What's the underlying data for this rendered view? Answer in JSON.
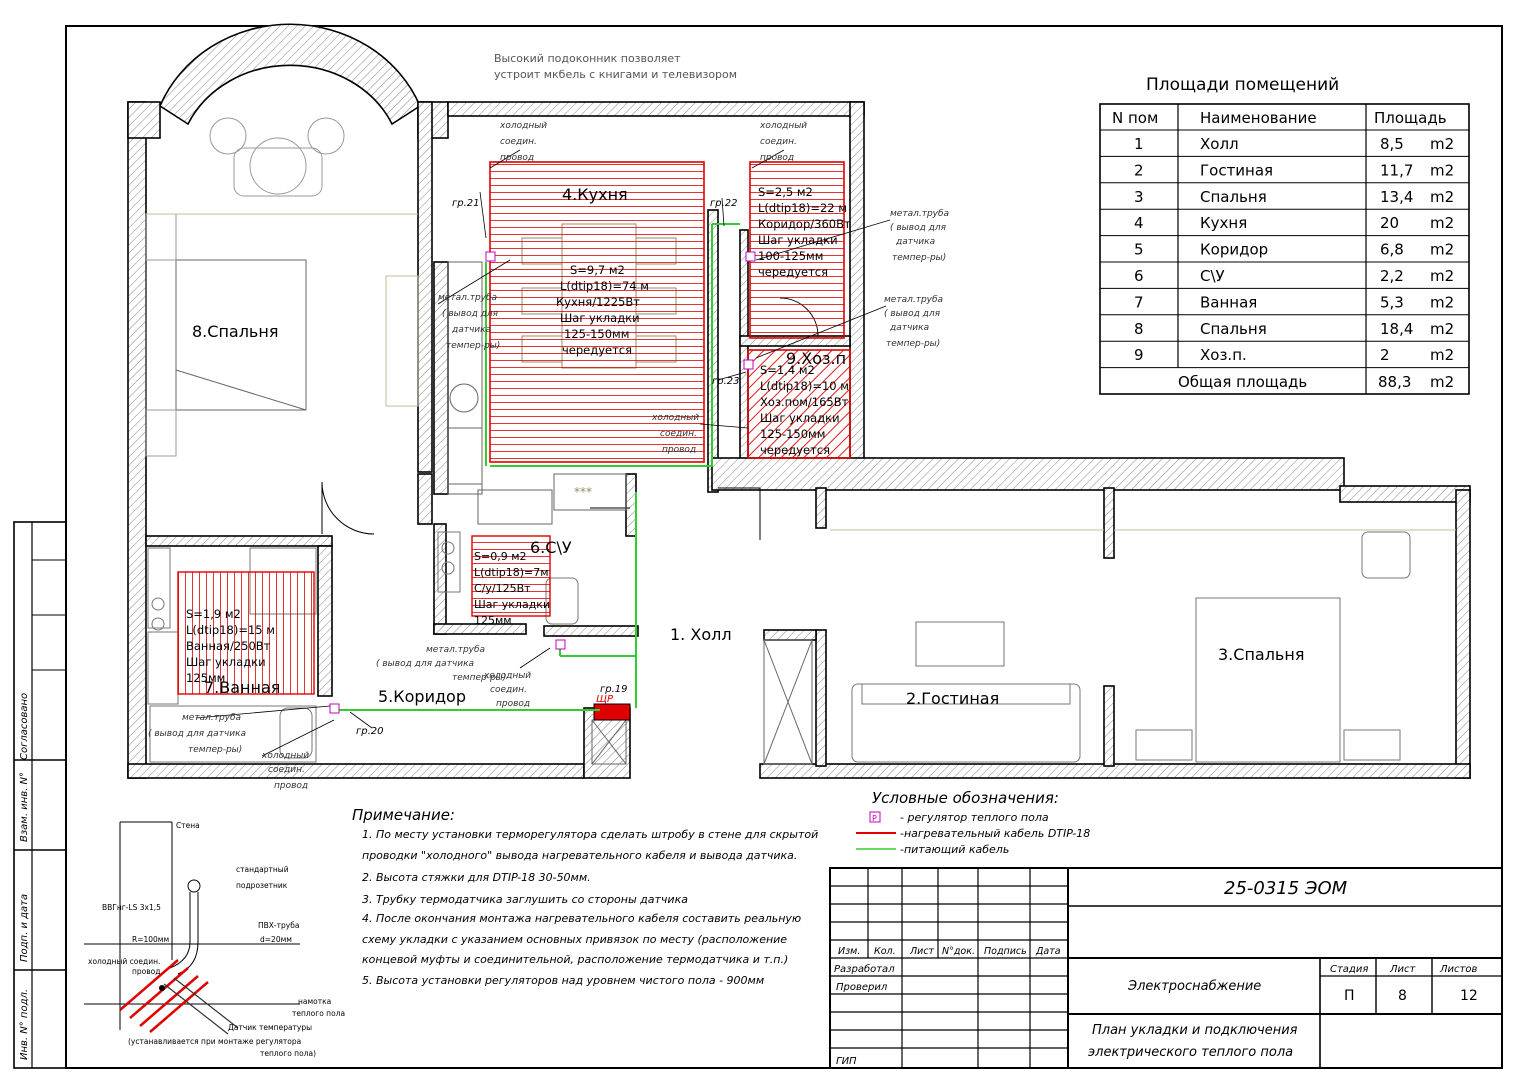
{
  "header_note": [
    "Высокий подоконник позволяет",
    "устроит мкбель с книгами и телевизором"
  ],
  "area_table": {
    "title": "Площади помещений",
    "headers": [
      "N пом",
      "Наименование",
      "Площадь"
    ],
    "rows": [
      {
        "num": "1",
        "name": "Холл",
        "area": "8,5",
        "unit": "m2"
      },
      {
        "num": "2",
        "name": "Гостиная",
        "area": "11,7",
        "unit": "m2"
      },
      {
        "num": "3",
        "name": "Спальня",
        "area": "13,4",
        "unit": "m2"
      },
      {
        "num": "4",
        "name": "Кухня",
        "area": "20",
        "unit": "m2"
      },
      {
        "num": "5",
        "name": "Коридор",
        "area": "6,8",
        "unit": "m2"
      },
      {
        "num": "6",
        "name": "С\\У",
        "area": "2,2",
        "unit": "m2"
      },
      {
        "num": "7",
        "name": "Ванная",
        "area": "5,3",
        "unit": "m2"
      },
      {
        "num": "8",
        "name": "Спальня",
        "area": "18,4",
        "unit": "m2"
      },
      {
        "num": "9",
        "name": "Хоз.п.",
        "area": "2",
        "unit": "m2"
      }
    ],
    "total_label": "Общая площадь",
    "total_area": "88,3",
    "total_unit": "m2"
  },
  "rooms": {
    "kitchen": "4.Кухня",
    "bedroom8": "8.Спальня",
    "bathroom": "7.Ванная",
    "corridor": "5.Коридор",
    "wc": "6.С\\У",
    "hall": "1. Холл",
    "living": "2.Гостиная",
    "bedroom3": "3.Спальня",
    "storage": "9.Хоз.п"
  },
  "heat_zones": {
    "kitchen": [
      "S=9,7 м2",
      "L(dtip18)=74 м",
      "Кухня/1225Вт",
      "Шаг укладки",
      "125-150мм",
      "чередуется"
    ],
    "corridor": [
      "S=2,5 м2",
      "L(dtip18)=22 м",
      "Коридор/360Вт",
      "Шаг укладки",
      "100-125мм",
      "чередуется"
    ],
    "storage": [
      "S=1,4 м2",
      "L(dtip18)=10 м",
      "Хоз.пом/165Вт",
      "Шаг укладки",
      "125-150мм",
      "чередуется"
    ],
    "wc": [
      "S=0,9 м2",
      "L(dtip18)=7м",
      "С/у/125Вт",
      "Шаг укладки",
      "125мм"
    ],
    "bath": [
      "S=1,9 м2",
      "L(dtip18)=15 м",
      "Ванная/250Вт",
      "Шаг укладки",
      "125мм"
    ]
  },
  "groups": {
    "g21": "гр.21",
    "g22": "гр.22",
    "g23": "гр.23",
    "g19": "гр.19",
    "g20": "гр.20",
    "shr": "ЩР"
  },
  "callouts": {
    "cold_lead": [
      "холодный",
      "соедин.",
      "провод"
    ],
    "metal_pipe": [
      "метал.труба",
      "( вывод для",
      "датчика",
      "темпер-ры)"
    ],
    "metal_pipe_line": [
      "метал.труба",
      "( вывод для датчика",
      "темпер-ры)"
    ],
    "stars": "***"
  },
  "notes": {
    "title": "Примечание:",
    "items": [
      "1. По месту установки терморегулятора сделать штробу в стене для скрытой",
      "проводки \"холодного\" вывода нагревательного кабеля и вывода датчика.",
      "2. Высота стяжки для DTIP-18 30-50мм.",
      "3. Трубку термодатчика заглушить со стороны датчика",
      "4. После окончания монтажа нагревательного кабеля составить реальную",
      "схему укладки с указанием основных привязок по месту (расположение",
      "концевой муфты и соединительной, расположение термодатчика и т.п.)",
      "5. Высота установки регуляторов над уровнем чистого пола - 900мм"
    ]
  },
  "legend": {
    "title": "Условные обозначения:",
    "items": [
      {
        "symbol": "P",
        "text": "- регулятор теплого пола",
        "color": "#c000c0"
      },
      {
        "symbol": "line",
        "text": "-нагревательный кабель DTIP-18",
        "color": "#e00000"
      },
      {
        "symbol": "line",
        "text": "-питающий кабель",
        "color": "#33cc33"
      }
    ]
  },
  "detail": {
    "labels": [
      "Стена",
      "стандартный",
      "подрозетник",
      "ВВГнг-LS 3х1,5",
      "ПВХ-труба",
      "d=20мм",
      "R=100мм",
      "холодный соедин.",
      "провод",
      "намотка",
      "теплого пола",
      "Датчик температуры",
      "(устанавливается при монтаже регулятора",
      "теплого пола)"
    ]
  },
  "title_block": {
    "code": "25-0315 ЭОМ",
    "cols": [
      "Изм.",
      "Кол.",
      "Лист",
      "N°док.",
      "Подпись",
      "Дата"
    ],
    "developed": "Разработал",
    "checked": "Проверил",
    "gip": "ГИП",
    "section": "Электроснабжение",
    "stage_label": "Стадия",
    "sheet_label": "Лист",
    "sheets_label": "Листов",
    "stage": "П",
    "sheet": "8",
    "sheets": "12",
    "drawing_title": [
      "План укладки и подключения",
      "электрического теплого пола"
    ]
  },
  "side_stamp": [
    "Согласовано",
    "Взам. инв. N°",
    "Подп. и дата",
    "Инв. N° подл."
  ],
  "colors": {
    "wall": "#000000",
    "heat": "#e00000",
    "feed": "#33cc33",
    "regulator": "#c000c0",
    "furniture": "#9a8a6a",
    "hatch": "#b0b0b0"
  }
}
